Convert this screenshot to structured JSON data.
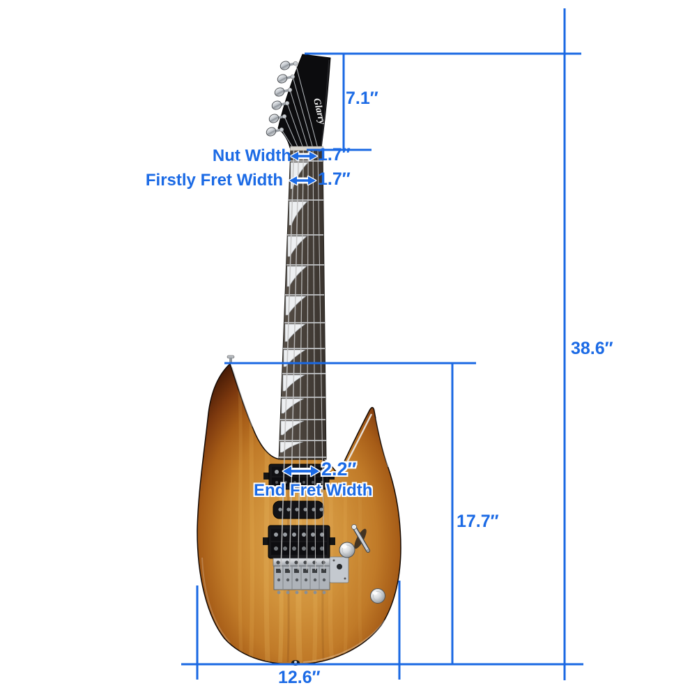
{
  "brand": {
    "logo_text": "Glarry"
  },
  "colors": {
    "annotation_blue": "#1B6AE5",
    "dimension_line_blue": "#1A68E3",
    "body_sunburst_center": "#D0913A",
    "body_sunburst_edge": "#170A03",
    "fretboard": "#48413A",
    "headstock": "#0C0C0E"
  },
  "annotations": {
    "headstock_length": "7.1″",
    "nut_width_label": "Nut Width",
    "nut_width_value": "1.7″",
    "first_fret_label": "Firstly Fret Width",
    "first_fret_value": "1.7″",
    "end_fret_value": "2.2″",
    "end_fret_label": "End Fret Width",
    "body_length": "17.7″",
    "total_length": "38.6″",
    "body_width": "12.6″"
  }
}
